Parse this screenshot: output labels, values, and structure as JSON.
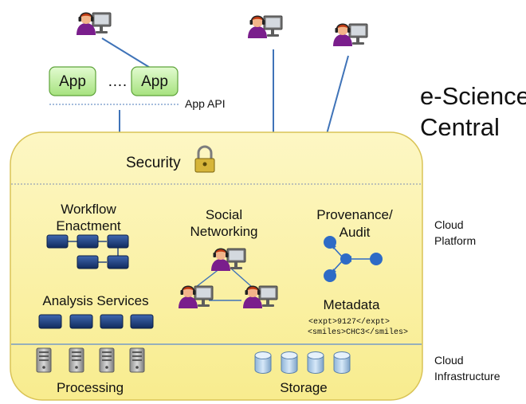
{
  "title": {
    "line1": "e-Science",
    "line2": "Central"
  },
  "apps": {
    "app1": "App",
    "ellipsis": "….",
    "app2": "App",
    "api_label": "App API"
  },
  "sections": {
    "security": "Security",
    "workflow": {
      "line1": "Workflow",
      "line2": "Enactment"
    },
    "social": {
      "line1": "Social",
      "line2": "Networking"
    },
    "provenance": {
      "line1": "Provenance/",
      "line2": "Audit"
    },
    "analysis": "Analysis Services",
    "metadata": "Metadata",
    "metadata_code": {
      "line1": "<expt>9127</expt>",
      "line2": "<smiles>CHC3</smiles>"
    },
    "processing": "Processing",
    "storage": "Storage"
  },
  "side_labels": {
    "cloud_platform": {
      "line1": "Cloud",
      "line2": "Platform"
    },
    "cloud_infrastructure": {
      "line1": "Cloud",
      "line2": "Infrastructure"
    }
  },
  "icons": [
    "user-icon",
    "lock-icon",
    "server-icon",
    "database-icon",
    "workflow-block-icon",
    "service-block-icon",
    "provenance-node-icon"
  ],
  "colors": {
    "cloud_fill": "#fbf3a6",
    "cloud_stroke": "#d9c356",
    "app_fill": "#c4f0a4",
    "app_stroke": "#5ea33a",
    "block_fill": "#1a3b7a",
    "node_fill": "#2e6bc6",
    "link_line": "#3f73b8"
  }
}
